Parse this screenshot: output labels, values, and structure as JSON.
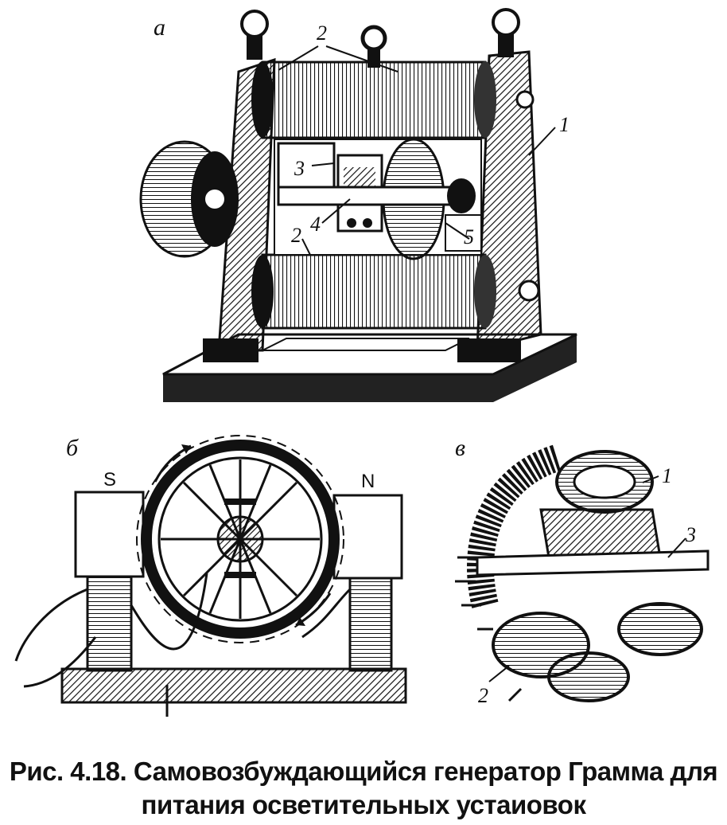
{
  "figure": {
    "panel_a": {
      "label": "а",
      "callouts": [
        "1",
        "2",
        "2",
        "3",
        "4",
        "5"
      ]
    },
    "panel_b": {
      "label": "б",
      "pole_south": "S",
      "pole_north": "N"
    },
    "panel_v": {
      "label": "в",
      "callouts": [
        "1",
        "2",
        "3"
      ]
    }
  },
  "caption": {
    "line1": "Рис. 4.18. Самовозбуждающийся генератор Грамма для",
    "line2": "питания осветительных устаиовок"
  },
  "colors": {
    "ink": "#111111",
    "paper": "#ffffff"
  }
}
